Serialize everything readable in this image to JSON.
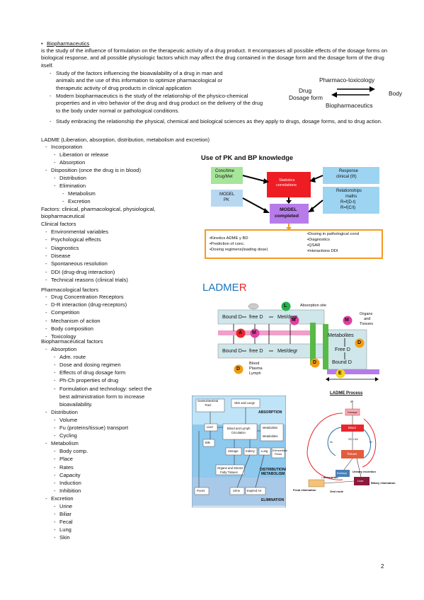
{
  "intro": {
    "heading": "Biopharmaceutics",
    "definition": "is the study of the influence of formulation on the therapeutic activity of a drug product. It encompasses all possible effects of the dosage forms on biological response, and all possible physiologic factors which may affect the drug contained in the dosage form and the dosage form of the drug itself.",
    "points": [
      "Study of the factors influencing the bioavailability of a drug in man and animals and the use of this information to optimize pharmacological or therapeutic activity of drug products in clinical application",
      "Modern biopharmaceutics is the study of the relationship of the physico-chemical properties and in vitro behavior of the drug and drug product on the delivery of the drug to the body under normal or pathological conditions.",
      "Study embracing the relationship the physical, chemical and biological sciences as they apply to drugs, dosage forms, and to drug action."
    ]
  },
  "top_diagram": {
    "pharmaco": "Pharmaco-toxicology",
    "drug": "Drug",
    "dosage": "Dosage form",
    "body": "Body",
    "bio": "Biopharmaceutics"
  },
  "ladme": {
    "title": "LADME (Liberation, absorption, distribution, metabolism and excretion)",
    "items": [
      {
        "level": 1,
        "text": "Incorporation"
      },
      {
        "level": 2,
        "text": "Liberation or release"
      },
      {
        "level": 2,
        "text": "Absorption"
      },
      {
        "level": 1,
        "text": "Disposition (once the drug is in blood)"
      },
      {
        "level": 2,
        "text": "Distribution"
      },
      {
        "level": 2,
        "text": "Elimination"
      },
      {
        "level": 3,
        "text": "Metabolism"
      },
      {
        "level": 3,
        "text": "Excretion"
      }
    ]
  },
  "factors": {
    "line1": "Factors: clinical, pharmacological, physiological,",
    "line2": "biopharmaceutical",
    "clinical_title": "Clinical factors",
    "clinical": [
      "Environmental variables",
      "Psychological effects",
      "Diagnostics",
      "Disease",
      "Spontaneous resolution",
      "DDI (drug-drug interaction)",
      "Technical reasons (clinical trials)"
    ],
    "pharm_title": "Pharmacological factors",
    "pharm": [
      "Drug Concentration Receptors",
      "D-R interaction (drug-receptors)",
      "Competition",
      "Mechanism of action",
      "Body composition",
      "Toxicology"
    ],
    "bio_title": "Biopharmaceutical factors",
    "bio": [
      {
        "level": 1,
        "text": "Absorption"
      },
      {
        "level": 2,
        "text": "Adm. route"
      },
      {
        "level": 2,
        "text": "Dose and dosing regimen"
      },
      {
        "level": 2,
        "text": "Effects of drug dosage form"
      },
      {
        "level": 2,
        "text": "Ph-Ch properties of drug"
      },
      {
        "level": 2,
        "text": "Formulation and technology: select the"
      },
      {
        "level": 0,
        "text": "best administration form to increase"
      },
      {
        "level": 0,
        "text": "bioavailability."
      },
      {
        "level": 1,
        "text": "Distribution"
      },
      {
        "level": 2,
        "text": "Volume"
      },
      {
        "level": 2,
        "text": "Fu (proteins/tissue) transport"
      },
      {
        "level": 2,
        "text": "Cycling"
      },
      {
        "level": 1,
        "text": "Metabolism"
      },
      {
        "level": 2,
        "text": "Body comp."
      },
      {
        "level": 2,
        "text": "Place"
      },
      {
        "level": 2,
        "text": "Rates"
      },
      {
        "level": 2,
        "text": "Capacity"
      },
      {
        "level": 2,
        "text": "Induction"
      },
      {
        "level": 2,
        "text": "Inhibition"
      },
      {
        "level": 1,
        "text": "Excretion"
      },
      {
        "level": 2,
        "text": "Urine"
      },
      {
        "level": 2,
        "text": "Biliar"
      },
      {
        "level": 2,
        "text": "Fecal"
      },
      {
        "level": 2,
        "text": "Lung"
      },
      {
        "level": 2,
        "text": "Skin"
      }
    ]
  },
  "pk": {
    "title": "Use of PK and BP knowledge",
    "conc": [
      "Conc/time",
      "Drug/Met"
    ],
    "stats": [
      "Statistics",
      "correlations"
    ],
    "resp": [
      "Response",
      "clinical (f/t)"
    ],
    "model": [
      "MODEL",
      "PK"
    ],
    "rel": [
      "Relationships",
      "maths",
      "R=f(D-t)",
      "R=f(C/t)"
    ],
    "done": [
      "MODEL",
      "completed"
    ],
    "left": [
      "•Kinetics ADME y BD",
      "•Prediction of conc.",
      "•Dosing regimens(loading dose)"
    ],
    "right": [
      "•Dosing in pathological cond",
      "•Diagnostics",
      "•QSAR",
      "•Interactions DDI"
    ]
  },
  "ladmer": {
    "title_main": "LADME",
    "title_r": "R",
    "absorption_site": "Absorption site",
    "organs": [
      "Organs",
      "and",
      "Tissues"
    ],
    "row1": [
      "Bound D",
      "free D",
      "Met/degr"
    ],
    "row2": [
      "Bound D",
      "free D",
      "Met/degr"
    ],
    "metab": [
      "Metabolites",
      "Free D",
      "Bound D"
    ],
    "blood": [
      "Blood",
      "Plasma",
      "Lymph"
    ],
    "letters": {
      "L": "L",
      "M": "M",
      "A": "A",
      "D": "D",
      "E": "E"
    },
    "colors": {
      "green": "#22b14c",
      "pink": "#e040a0",
      "red": "#e8262c",
      "orange": "#f39c12",
      "yellow": "#f7d21c",
      "purple": "#b57bea",
      "box": "#cfe6ea",
      "bar_pink": "#f0a0c8",
      "bar_green": "#58b947"
    }
  },
  "absorption_fig": {
    "gi": [
      "Gastrointestinal",
      "Tract"
    ],
    "skin": "Skin and Lungs",
    "absorption": "ABSORPTION",
    "liver": "Liver",
    "blood": [
      "Blood and Lymph",
      "Circulation"
    ],
    "metabolism": "Metabolism",
    "metabolites": "Metabolites",
    "bile": "Bile",
    "storage": "Storage",
    "kidney": "Kidney",
    "lung": "Lung",
    "extracell": [
      "Extracellular",
      "Fluids"
    ],
    "organs": [
      "Organs and Stones",
      "Fatty Tissues"
    ],
    "distmet": [
      "DISTRIBUTION/",
      "METABOLISM"
    ],
    "feces": "Feces",
    "urine": "Urine",
    "expired": "Expired Air",
    "elimination": "ELIMINATION"
  },
  "process_fig": {
    "title": "LADME Process",
    "dosage": "Dosage",
    "blood": "Blood",
    "tissue": "Tissues",
    "sc": "SC • IM",
    "ia": "IA",
    "iv": "IV",
    "ip": "IP",
    "kidney": "Kidneys",
    "liver": "Liver",
    "urinary": "Urinary excretion",
    "absorption": "• Absorption",
    "fecal": "Fecal elimination",
    "oral": "Oral route",
    "biliary": "Biliary elimination"
  },
  "page_number": "2"
}
